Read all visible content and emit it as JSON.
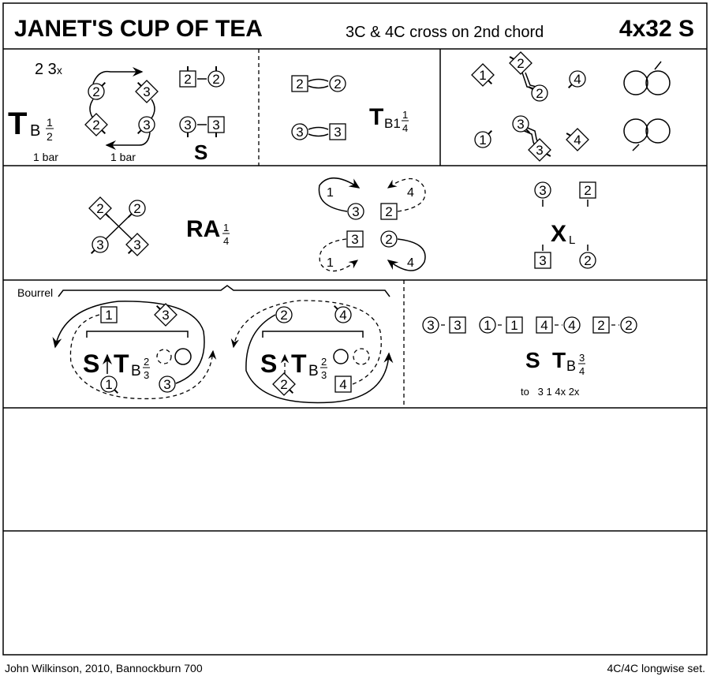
{
  "header": {
    "title": "JANET'S CUP OF TEA",
    "subtitle": "3C & 4C cross on 2nd chord",
    "formation": "4x32 S"
  },
  "f1": {
    "count": "2 3",
    "count_suffix": "x",
    "T": "T",
    "sub": "B",
    "num": "1",
    "den": "2",
    "bar1": "1 bar",
    "bar2": "1 bar",
    "S": "S",
    "dancers": [
      "2",
      "2",
      "3",
      "3",
      "2",
      "2",
      "3",
      "3"
    ]
  },
  "f2": {
    "T": "T",
    "sub": "B1",
    "num": "1",
    "den": "4",
    "dancers": [
      "2",
      "2",
      "3",
      "3"
    ]
  },
  "f3": {
    "dancers": [
      "1",
      "2",
      "2",
      "4",
      "1",
      "3",
      "3",
      "4"
    ]
  },
  "f4": {
    "RA": "RA",
    "num": "1",
    "den": "4",
    "dancers": [
      "2",
      "2",
      "3",
      "3"
    ]
  },
  "f5": {
    "labels": [
      "1",
      "4",
      "1",
      "4"
    ],
    "dancers": [
      "3",
      "2",
      "3",
      "2"
    ]
  },
  "f6": {
    "X": "X",
    "sub": "L",
    "dancers": [
      "3",
      "2",
      "3",
      "2"
    ]
  },
  "f7": {
    "bourrel": "Bourrel",
    "S": "S",
    "T": "T",
    "sub": "B",
    "num": "2",
    "den": "3",
    "dancers": [
      "1",
      "3",
      "1",
      "3",
      "2",
      "4",
      "2",
      "4"
    ]
  },
  "f8": {
    "S": "S",
    "T": "T",
    "sub": "B",
    "num": "3",
    "den": "4",
    "to": "to   3 1 4x 2x",
    "dancers": [
      "3",
      "3",
      "1",
      "1",
      "4",
      "4",
      "2",
      "2"
    ]
  },
  "footer": {
    "left": "John Wilkinson, 2010, Bannockburn 700",
    "right": "4C/4C longwise set."
  }
}
